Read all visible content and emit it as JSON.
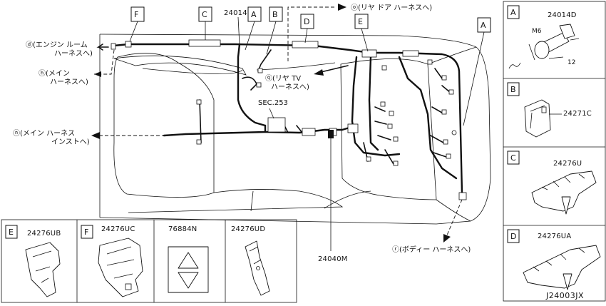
{
  "callouts": {
    "F": "F",
    "C": "C",
    "A": "A",
    "B": "B",
    "D": "D",
    "E": "E"
  },
  "part_numbers": {
    "main": "24014",
    "sec": "SEC.253",
    "bottom": "24040M"
  },
  "destinations": {
    "engine_room_1": "ⓓ(エンジン ルーム",
    "engine_room_2": "ハーネスへ)",
    "main_1": "ⓗ(メイン",
    "main_2": "ハーネスへ)",
    "main_inst_1": "ⓝ(メイン ハーネス",
    "main_inst_2": "インストへ)",
    "rear_door": "ⓞ(リヤ ドア ハーネスへ)",
    "rear_tv_1": "ⓠ(リヤ TV",
    "rear_tv_2": "ハーネスへ)",
    "body": "ⓡ(ボディー ハーネスへ)"
  },
  "right_panels": [
    {
      "letter": "A",
      "part": "24014D",
      "extra_1": "M6",
      "extra_2": "12"
    },
    {
      "letter": "B",
      "part": "24271C"
    },
    {
      "letter": "C",
      "part": "24276U"
    },
    {
      "letter": "D",
      "part": "24276UA"
    }
  ],
  "bottom_panels": [
    {
      "letter": "E",
      "part": "24276UB"
    },
    {
      "letter": "F",
      "part": "24276UC"
    },
    {
      "letter": "",
      "part": "76884N"
    },
    {
      "letter": "",
      "part": "24276UD"
    }
  ],
  "diagram_code": "J24003JX"
}
